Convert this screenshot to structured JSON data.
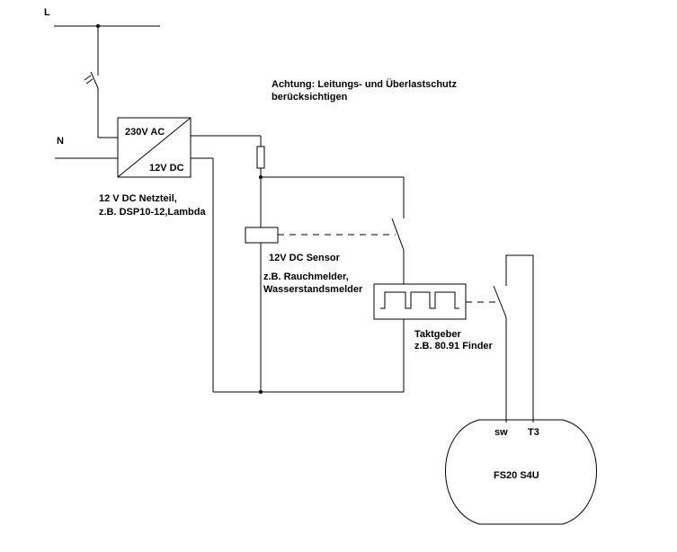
{
  "labels": {
    "line_l": "L",
    "line_n": "N",
    "psu_input": "230V AC",
    "psu_output": "12V DC",
    "psu_caption_1": "12 V DC Netzteil,",
    "psu_caption_2": "z.B. DSP10-12,Lambda",
    "warning_1": "Achtung: Leitungs- und Überlastschutz",
    "warning_2": "berücksichtigen",
    "sensor_title": "12V DC Sensor",
    "sensor_example_1": "z.B. Rauchmelder,",
    "sensor_example_2": "Wasserstandsmelder",
    "timer_title": "Taktgeber",
    "timer_example": "z.B. 80.91 Finder",
    "module_sw": "sw",
    "module_t3": "T3",
    "module_name": "FS20 S4U"
  }
}
